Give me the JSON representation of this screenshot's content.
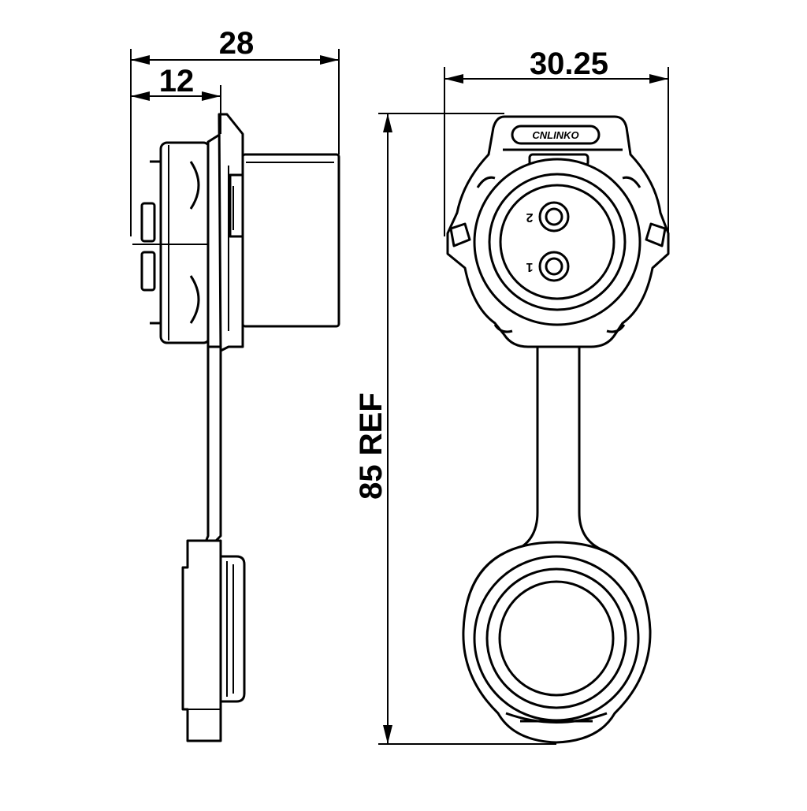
{
  "dimensions": {
    "overall_depth": "28",
    "flange_to_rear": "12",
    "width": "30.25",
    "overall_length": "85 REF"
  },
  "pins": {
    "pin_top": "2",
    "pin_bottom": "1"
  },
  "logo": {
    "text": "CNLINKO"
  }
}
